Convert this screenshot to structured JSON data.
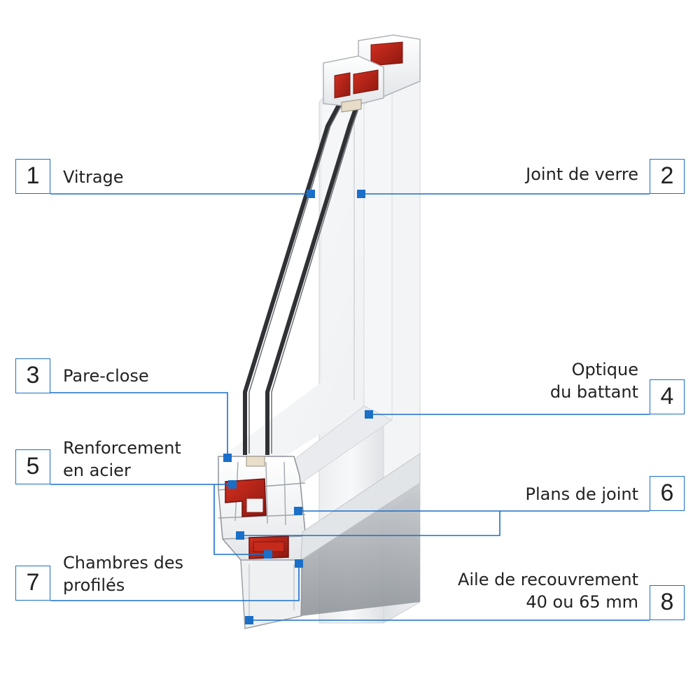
{
  "accent_color": "#1a6fc9",
  "reinforcement_color": "#b51f16",
  "callouts": [
    {
      "number": "1",
      "lines": [
        "Vitrage"
      ]
    },
    {
      "number": "2",
      "lines": [
        "Joint de verre"
      ]
    },
    {
      "number": "3",
      "lines": [
        "Pare-close"
      ]
    },
    {
      "number": "4",
      "lines": [
        "Optique",
        "du battant"
      ]
    },
    {
      "number": "5",
      "lines": [
        "Renforcement",
        "en acier"
      ]
    },
    {
      "number": "6",
      "lines": [
        "Plans de joint"
      ]
    },
    {
      "number": "7",
      "lines": [
        "Chambres des",
        "profilés"
      ]
    },
    {
      "number": "8",
      "lines": [
        "Aile de recouvrement",
        "40 ou 65 mm"
      ]
    }
  ]
}
